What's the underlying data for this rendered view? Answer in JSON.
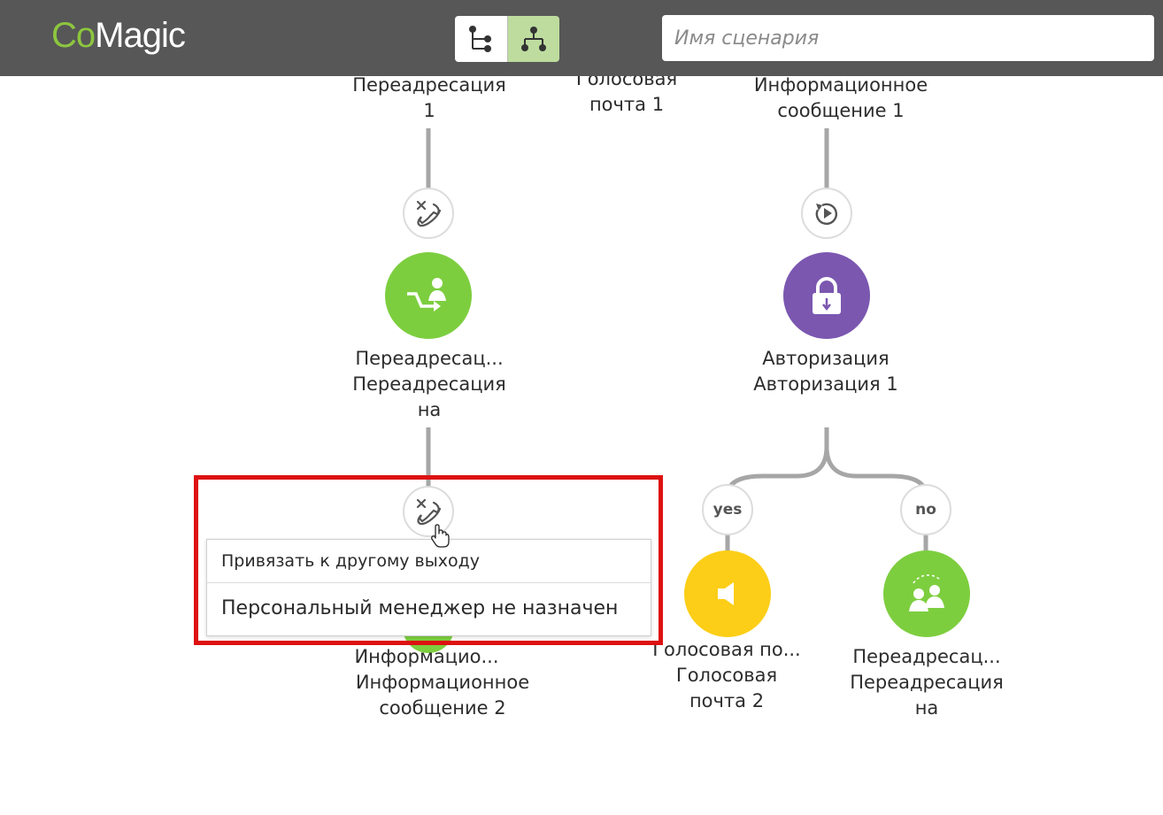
{
  "header": {
    "logo_part1": "Co",
    "logo_part2": "Magic",
    "view_tree_icon": "tree-view-icon",
    "view_flow_icon": "flow-view-icon",
    "scenario_placeholder": "Имя сценария",
    "scenario_value": ""
  },
  "nodes": {
    "redirect1_top": {
      "line1": "Переадресация",
      "line2": "1"
    },
    "voicemail1_top": {
      "line1": "Голосовая",
      "line2": "почта 1"
    },
    "infomsg1_top": {
      "line1": "Информационное",
      "line2": "сообщение 1"
    },
    "redirect_mid": {
      "line1": "Переадресац...",
      "line2": "Переадресация",
      "line3": "на",
      "icon": "redirect-person-icon",
      "color": "#7dce3f"
    },
    "auth_mid": {
      "line1": "Авторизация",
      "line2": "Авторизация 1",
      "icon": "lock-icon",
      "color": "#7b57b0"
    },
    "infomsg2_bottom": {
      "line1": "Информацио...",
      "line2": "Информационное",
      "line3": "сообщение 2",
      "color": "#7dce3f"
    },
    "voicemail2_bottom": {
      "line1": "Голосовая по...",
      "line2": "Голосовая",
      "line3": "почта 2",
      "icon": "speaker-icon",
      "color": "#fcce17"
    },
    "redirect2_bottom": {
      "line1": "Переадресац...",
      "line2": "Переадресация",
      "line3": "на",
      "icon": "group-redirect-icon",
      "color": "#7dce3f"
    }
  },
  "connectors": {
    "hangup_icon": "hangup-icon",
    "replay_icon": "replay-icon",
    "yes_label": "yes",
    "no_label": "no"
  },
  "context_menu": {
    "item1": "Привязать к другому выходу",
    "item2": "Персональный менеджер не назначен"
  },
  "colors": {
    "topbar": "#575757",
    "accent_green": "#8dc63f",
    "highlight": "#dd1111",
    "connector_line": "#a6a6a6"
  }
}
